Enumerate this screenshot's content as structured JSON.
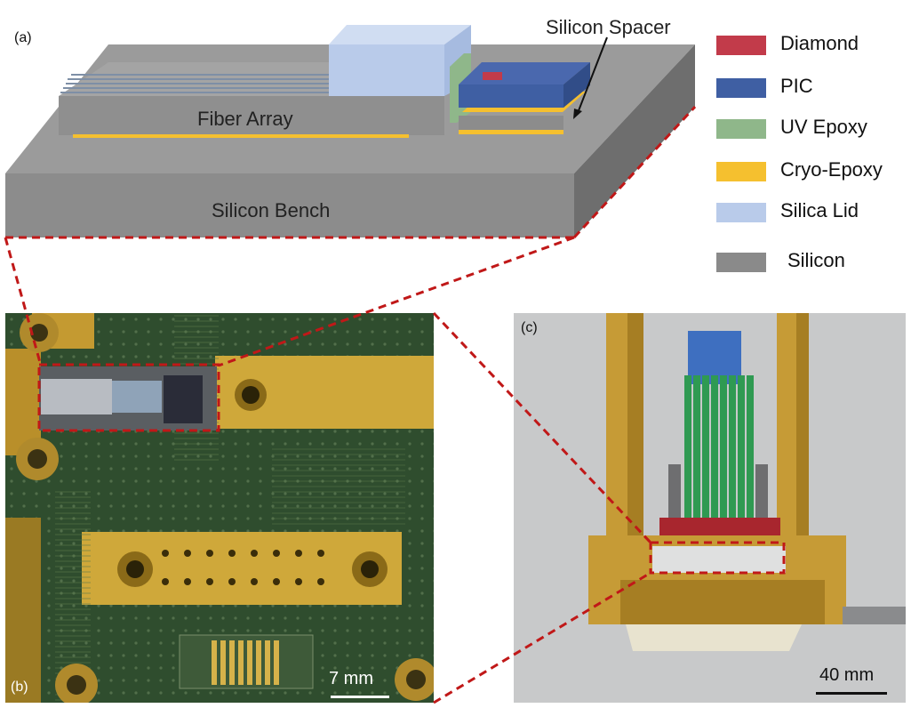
{
  "panel_a": {
    "label": "(a)",
    "silicon_spacer_label": "Silicon Spacer",
    "fiber_array_label": "Fiber Array",
    "silicon_bench_label": "Silicon Bench"
  },
  "legend": [
    {
      "label": "Diamond",
      "color": "#c23b4a"
    },
    {
      "label": "PIC",
      "color": "#3f5fa3"
    },
    {
      "label": "UV Epoxy",
      "color": "#8fb78a"
    },
    {
      "label": "Cryo-Epoxy",
      "color": "#f5c02f"
    },
    {
      "label": "Silica Lid",
      "color": "#b9cbea"
    },
    {
      "label": "Silicon",
      "color": "#8a8a8a"
    }
  ],
  "panel_b": {
    "label": "(b)",
    "scale_text": "7 mm"
  },
  "panel_c": {
    "label": "(c)",
    "scale_text": "40 mm"
  },
  "colors": {
    "silicon": "#8c8c8c",
    "pcb_green": "#2d4a2c",
    "gold": "#c9a234",
    "dashed_red": "#c01818"
  }
}
